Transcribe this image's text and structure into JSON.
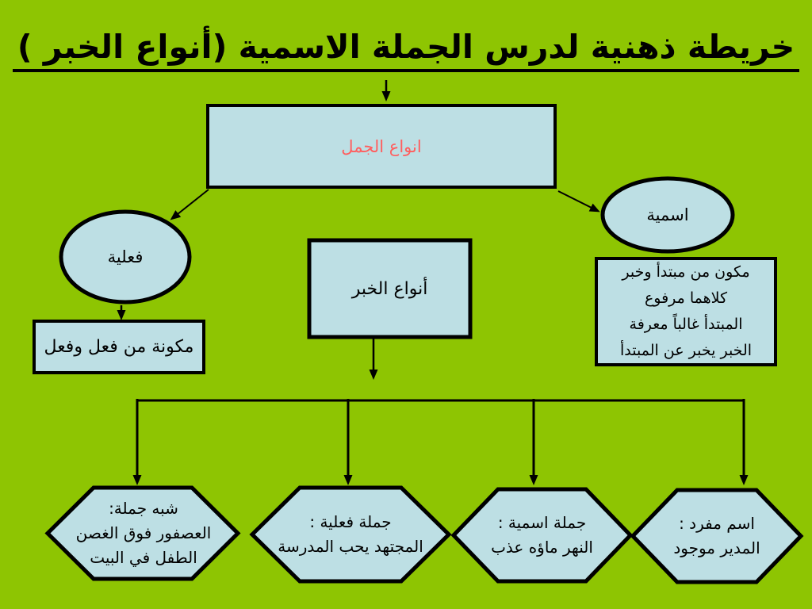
{
  "slide": {
    "title": "خريطة ذهنية لدرس الجملة الاسمية (أنواع الخبر )",
    "colors": {
      "background": "#8EC502",
      "shape_fill": "#BDDFE4",
      "shape_border": "#000000",
      "title_text": "#000000",
      "root_text": "#FF5E5E",
      "body_text": "#000000"
    },
    "nodes": {
      "root": {
        "label": "انواع الجمل"
      },
      "verbal_ellipse": {
        "label": "فعلية"
      },
      "verbal_detail": {
        "label": "مكونة من فعل وفعل"
      },
      "nominal_ellipse": {
        "label": "اسمية"
      },
      "nominal_detail": {
        "lines": [
          "مكون من مبتدأ وخبر",
          "كلاهما مرفوع",
          "المبتدأ غالباً معرفة",
          "الخبر يخبر عن المبتدأ"
        ]
      },
      "predicate_types": {
        "label": "أنواع الخبر"
      },
      "hexagons": [
        {
          "lines": [
            "شبه جملة:",
            "العصفور فوق الغصن",
            "الطفل في البيت"
          ]
        },
        {
          "lines": [
            "جملة فعلية :",
            "المجتهد يحب المدرسة"
          ]
        },
        {
          "lines": [
            "جملة اسمية :",
            "النهر ماؤه عذب"
          ]
        },
        {
          "lines": [
            "اسم مفرد :",
            "المدير موجود"
          ]
        }
      ]
    }
  }
}
